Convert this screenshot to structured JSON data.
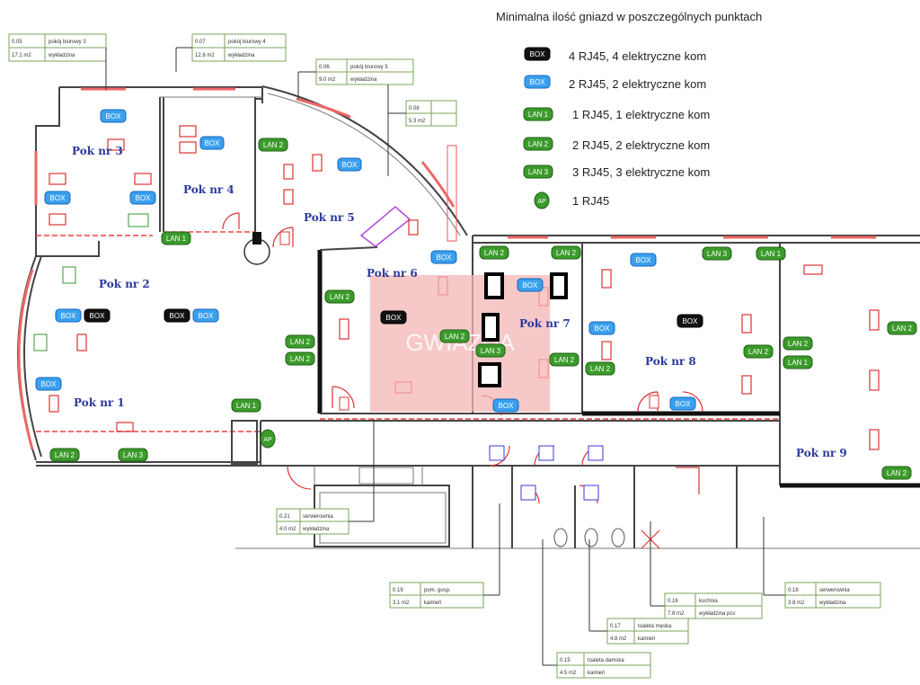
{
  "legend": {
    "title": "Minimalna ilość gniazd w poszczególnych punktach",
    "items": [
      {
        "tag": "BOX",
        "style": "black",
        "text": "4 RJ45, 4 elektryczne kom"
      },
      {
        "tag": "BOX",
        "style": "blue",
        "text": "2 RJ45, 2 elektryczne kom"
      },
      {
        "tag": "LAN 1",
        "style": "green",
        "text": "1 RJ45, 1 elektryczne kom"
      },
      {
        "tag": "LAN 2",
        "style": "green",
        "text": "2 RJ45, 2 elektryczne kom"
      },
      {
        "tag": "LAN 3",
        "style": "green",
        "text": "3 RJ45, 3 elektryczne kom"
      },
      {
        "tag": "AP",
        "style": "green-oval",
        "text": "1 RJ45"
      }
    ]
  },
  "rooms": {
    "r1": "Pok nr 1",
    "r2": "Pok nr 2",
    "r3": "Pok nr 3",
    "r4": "Pok nr 4",
    "r5": "Pok nr 5",
    "r6": "Pok nr 6",
    "r7": "Pok nr 7",
    "r8": "Pok nr 8",
    "r9": "Pok nr 9"
  },
  "tags": {
    "box": "BOX",
    "lan1": "LAN 1",
    "lan2": "LAN 2",
    "lan3": "LAN 3",
    "ap": "AP"
  },
  "room_labels": {
    "l03": {
      "num": "0.05",
      "name": "pokój biurowy 3",
      "area": "17.1 m2",
      "floor": "wykładzina"
    },
    "l04": {
      "num": "0.07",
      "name": "pokój biurowy 4",
      "area": "12.8 m2",
      "floor": "wykładzina"
    },
    "l05": {
      "num": "0.06",
      "name": "pokój biurowy 5",
      "area": "9.0 m2",
      "floor": "wykładzina"
    },
    "l06": {
      "num": "0.08",
      "name": "",
      "area": "5.3 m2",
      "floor": ""
    },
    "l21": {
      "num": "0.21",
      "name": "serwerownia",
      "area": "4.0 m2",
      "floor": "wykładzina"
    },
    "l19": {
      "num": "0.19",
      "name": "pom. gosp.",
      "area": "3.1 m2",
      "floor": "kamień"
    },
    "l16": {
      "num": "0.16",
      "name": "kuchnia",
      "area": "7.8 m2",
      "floor": "wykładzina pcv"
    },
    "l18": {
      "num": "0.18",
      "name": "serwerownia",
      "area": "3.8 m2",
      "floor": "wykładzina"
    },
    "l17": {
      "num": "0.17",
      "name": "toaleta męska",
      "area": "4.8 m2",
      "floor": "kamień"
    },
    "l15": {
      "num": "0.15",
      "name": "toaleta damska",
      "area": "4.5 m2",
      "floor": "kamień"
    }
  },
  "watermark": "GWIAZDA",
  "colors": {
    "blue_box": "#3aa0ee",
    "black_box": "#111111",
    "lan_green": "#3b9b2b",
    "room_name": "#2b3a9c"
  }
}
